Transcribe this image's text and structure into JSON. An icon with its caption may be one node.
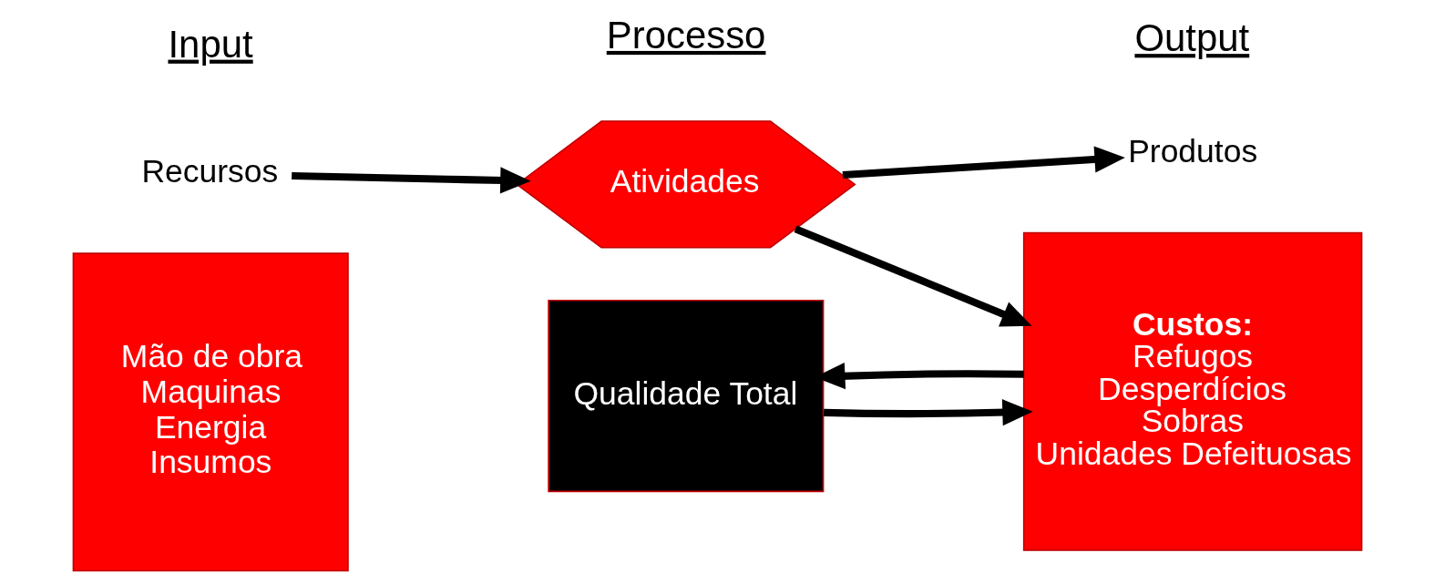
{
  "diagram": {
    "nodes": [
      {
        "text": [
          "Recursos"
        ]
      },
      {
        "text": [
          "Mão de obra",
          "Maquinas",
          "Energia",
          "Insumos"
        ]
      },
      {
        "text": [
          "Atividades"
        ]
      },
      {
        "text": [
          "Qualidade Total"
        ]
      },
      {
        "text": [
          "Produtos"
        ]
      },
      {
        "text": [
          "Custos:",
          "Refugos",
          "Desperdícios",
          "Sobras",
          "Unidades Defeituosas"
        ]
      }
    ],
    "edges": [
      {
        "from": 0,
        "to": 2,
        "arrow": "to"
      },
      {
        "from": 2,
        "to": 4,
        "arrow": "to"
      },
      {
        "from": 2,
        "to": 5,
        "arrow": "to"
      },
      {
        "from": 5,
        "to": 3,
        "arrow": "to"
      },
      {
        "from": 3,
        "to": 5,
        "arrow": "to"
      }
    ],
    "labels": [
      "Input",
      "Processo",
      "Output"
    ]
  }
}
